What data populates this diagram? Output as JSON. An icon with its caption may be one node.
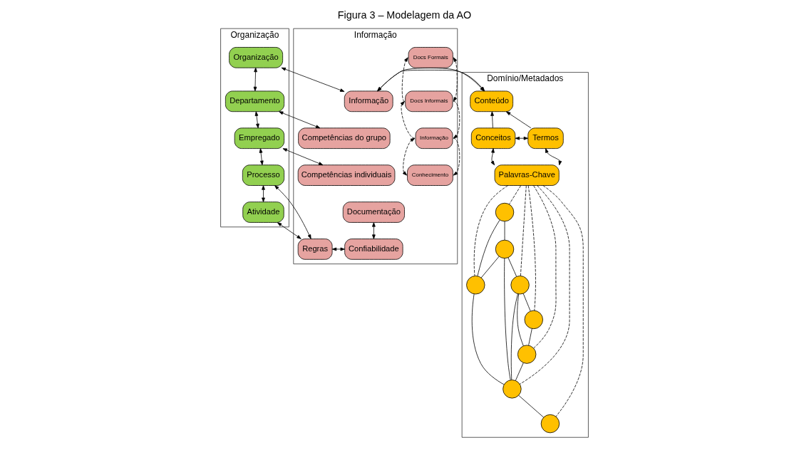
{
  "diagram": {
    "title": "Figura 3 – Modelagem da AO",
    "nodes": [
      {
        "text": [
          "Organização"
        ]
      },
      {
        "text": [
          "Organização"
        ],
        "in": 0
      },
      {
        "text": [
          "Departamento"
        ],
        "in": 0
      },
      {
        "text": [
          "Empregado"
        ],
        "in": 0
      },
      {
        "text": [
          "Processo"
        ],
        "in": 0
      },
      {
        "text": [
          "Atividade"
        ],
        "in": 0
      },
      {
        "text": [
          "Informação"
        ]
      },
      {
        "text": [
          "Informação"
        ],
        "in": 6
      },
      {
        "text": [
          "Competências do grupo"
        ],
        "in": 6
      },
      {
        "text": [
          "Competências individuais"
        ],
        "in": 6
      },
      {
        "text": [
          "Documentação"
        ],
        "in": 6
      },
      {
        "text": [
          "Docs Formais"
        ],
        "in": 6
      },
      {
        "text": [
          "Docs Informais"
        ],
        "in": 6
      },
      {
        "text": [
          "Informação"
        ],
        "in": 6
      },
      {
        "text": [
          "Conhecimento"
        ],
        "in": 6
      },
      {
        "text": [
          "Regras"
        ],
        "in": 6
      },
      {
        "text": [
          "Confiabilidade"
        ],
        "in": 6
      },
      {
        "text": [
          "Domínio/Metadados"
        ]
      },
      {
        "text": [
          "Conteúdo"
        ],
        "in": 17
      },
      {
        "text": [
          "Conceitos"
        ],
        "in": 17
      },
      {
        "text": [
          "Termos"
        ],
        "in": 17
      },
      {
        "text": [
          "Palavras-Chave"
        ],
        "in": 17
      },
      {
        "text": [],
        "shape": "circle",
        "in": 17
      },
      {
        "text": [],
        "shape": "circle",
        "in": 17
      },
      {
        "text": [],
        "shape": "circle",
        "in": 17
      },
      {
        "text": [],
        "shape": "circle",
        "in": 17
      },
      {
        "text": [],
        "shape": "circle",
        "in": 17
      },
      {
        "text": [],
        "shape": "circle",
        "in": 17
      },
      {
        "text": [],
        "shape": "circle",
        "in": 17
      },
      {
        "text": [],
        "shape": "circle",
        "in": 17
      }
    ],
    "edges": [
      {
        "from": 1,
        "to": 7,
        "arrow": "both"
      },
      {
        "from": 7,
        "to": 18,
        "arrow": "both"
      },
      {
        "from": 1,
        "to": 2,
        "arrow": "both"
      },
      {
        "from": 2,
        "to": 8,
        "arrow": "both"
      },
      {
        "from": 2,
        "to": 3,
        "arrow": "both"
      },
      {
        "from": 3,
        "to": 9,
        "arrow": "both"
      },
      {
        "from": 3,
        "to": 4,
        "arrow": "both"
      },
      {
        "from": 4,
        "to": 5,
        "arrow": "both"
      },
      {
        "from": 4,
        "to": 15,
        "arrow": "both"
      },
      {
        "from": 5,
        "to": 15,
        "arrow": "both"
      },
      {
        "from": 15,
        "to": 16,
        "arrow": "both"
      },
      {
        "from": 10,
        "to": 16,
        "arrow": "both"
      },
      {
        "from": 12,
        "to": 11,
        "arrow": "to",
        "style": "dashed"
      },
      {
        "from": 13,
        "to": 12,
        "arrow": "to",
        "style": "dashed"
      },
      {
        "from": 14,
        "to": 13,
        "arrow": "both",
        "style": "dashed"
      },
      {
        "from": 11,
        "to": 12,
        "arrow": "both",
        "style": "dashed"
      },
      {
        "from": 12,
        "to": 13,
        "arrow": "to",
        "style": "dashed"
      },
      {
        "from": 13,
        "to": 14,
        "arrow": "to",
        "style": "dashed"
      },
      {
        "from": 19,
        "to": 18,
        "arrow": "to"
      },
      {
        "from": 20,
        "to": 18,
        "arrow": "to"
      },
      {
        "from": 19,
        "to": 20,
        "arrow": "both"
      },
      {
        "from": 21,
        "to": 19,
        "arrow": "both"
      },
      {
        "from": 21,
        "to": 20,
        "arrow": "both"
      },
      {
        "from": 21,
        "to": 22,
        "arrow": "none",
        "style": "dashed"
      },
      {
        "from": 21,
        "to": 27,
        "arrow": "none",
        "style": "dashed"
      },
      {
        "from": 21,
        "to": 29,
        "arrow": "none",
        "style": "dashed"
      },
      {
        "from": 21,
        "to": 28,
        "arrow": "none",
        "style": "dashed"
      },
      {
        "from": 21,
        "to": 24,
        "arrow": "none",
        "style": "dashed"
      },
      {
        "from": 21,
        "to": 26,
        "arrow": "none",
        "style": "dashed"
      },
      {
        "from": 21,
        "to": 25,
        "arrow": "none",
        "style": "dashed"
      },
      {
        "from": 22,
        "to": 23,
        "arrow": "none"
      },
      {
        "from": 22,
        "to": 27,
        "arrow": "none"
      },
      {
        "from": 23,
        "to": 24,
        "arrow": "none"
      },
      {
        "from": 23,
        "to": 27,
        "arrow": "none"
      },
      {
        "from": 23,
        "to": 28,
        "arrow": "none"
      },
      {
        "from": 24,
        "to": 25,
        "arrow": "none"
      },
      {
        "from": 24,
        "to": 26,
        "arrow": "none"
      },
      {
        "from": 24,
        "to": 28,
        "arrow": "none"
      },
      {
        "from": 25,
        "to": 26,
        "arrow": "none"
      },
      {
        "from": 26,
        "to": 28,
        "arrow": "none"
      },
      {
        "from": 27,
        "to": 28,
        "arrow": "none"
      },
      {
        "from": 28,
        "to": 29,
        "arrow": "none"
      }
    ]
  }
}
